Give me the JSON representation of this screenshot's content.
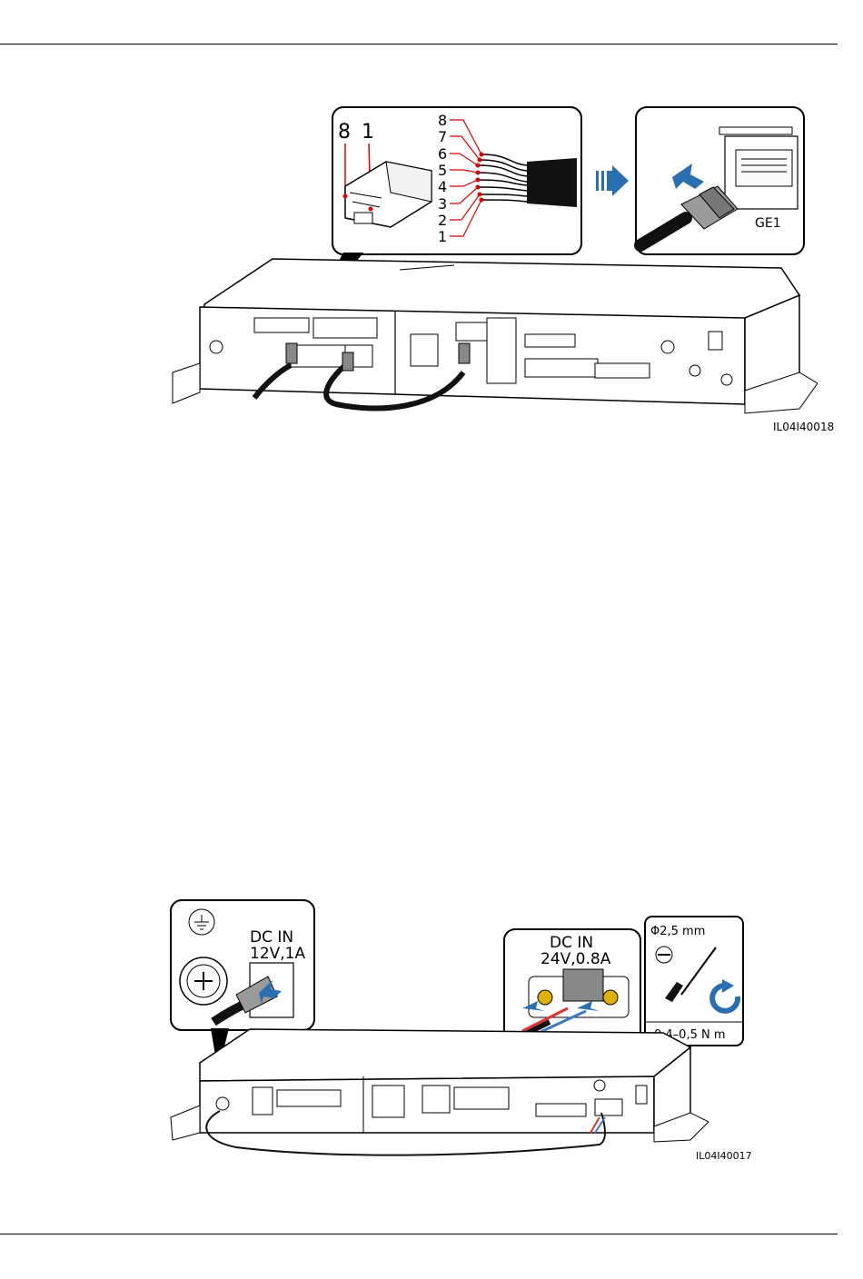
{
  "figure1": {
    "id_label": "IL04I40018",
    "connector_pin_left": "8",
    "connector_pin_right": "1",
    "pins": [
      "8",
      "7",
      "6",
      "5",
      "4",
      "3",
      "2",
      "1"
    ],
    "port_label": "GE1"
  },
  "figure2": {
    "id_label": "IL04I40017",
    "left_callout_line1": "DC  IN",
    "left_callout_line2": "12V,1A",
    "mid_callout_line1": "DC  IN",
    "mid_callout_line2": "24V,0.8A",
    "tool_size": "Φ2,5 mm",
    "torque": "0,4–0,5 N m"
  }
}
